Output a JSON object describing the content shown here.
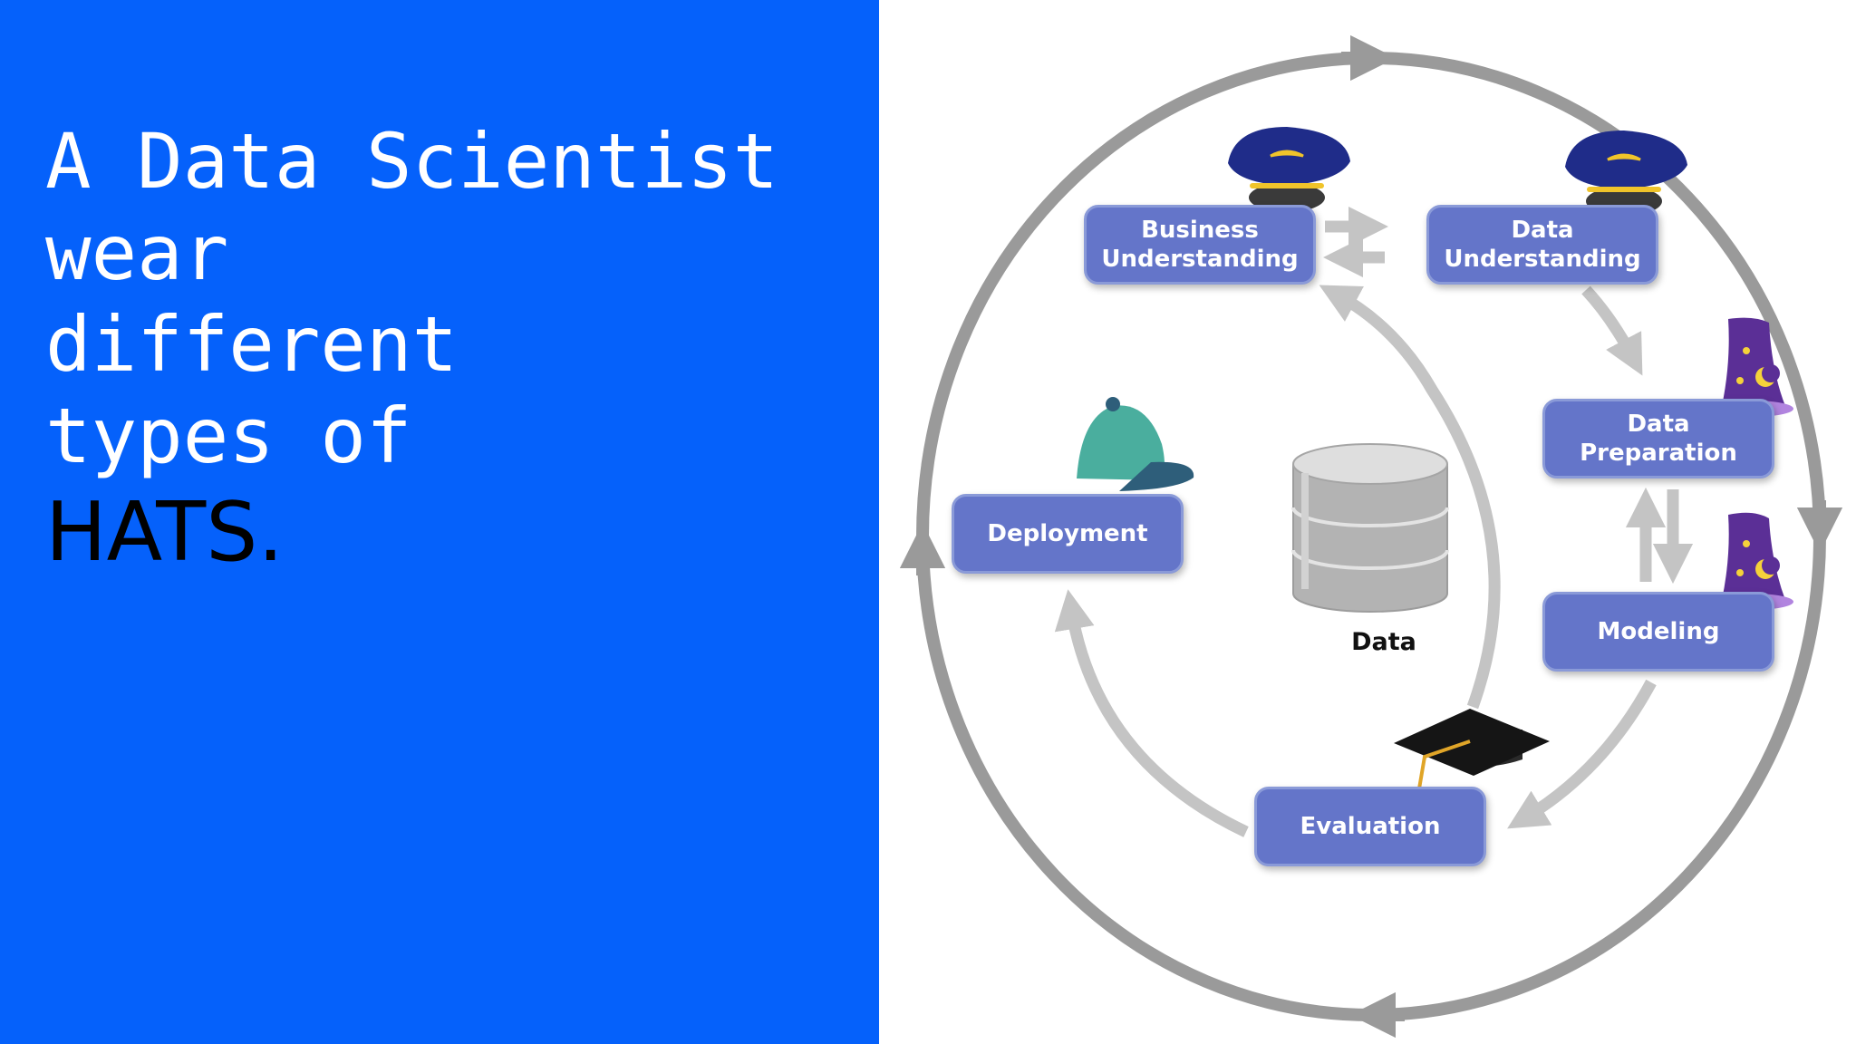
{
  "headline": {
    "lines": [
      "A Data Scientist",
      "wear",
      "different",
      "types of"
    ],
    "accent": "HATS."
  },
  "diagram": {
    "nodes": {
      "business_understanding": {
        "line1": "Business",
        "line2": "Understanding"
      },
      "data_understanding": {
        "line1": "Data",
        "line2": "Understanding"
      },
      "data_preparation": {
        "line1": "Data",
        "line2": "Preparation"
      },
      "modeling": {
        "label": "Modeling"
      },
      "evaluation": {
        "label": "Evaluation"
      },
      "deployment": {
        "label": "Deployment"
      }
    },
    "center_label": "Data",
    "icons": [
      "captain-hat-icon",
      "captain-hat-icon",
      "wizard-hat-icon",
      "wizard-hat-icon",
      "graduation-cap-icon",
      "baseball-cap-icon",
      "database-icon"
    ]
  },
  "colors": {
    "panel_blue": "#0561fb",
    "headline_text": "#ffffff",
    "accent_text": "#000000",
    "node_fill": "#6475c9",
    "node_text": "#ffffff",
    "outer_cycle": "#9a9a9a",
    "inner_arrows": "#c4c4c4"
  }
}
